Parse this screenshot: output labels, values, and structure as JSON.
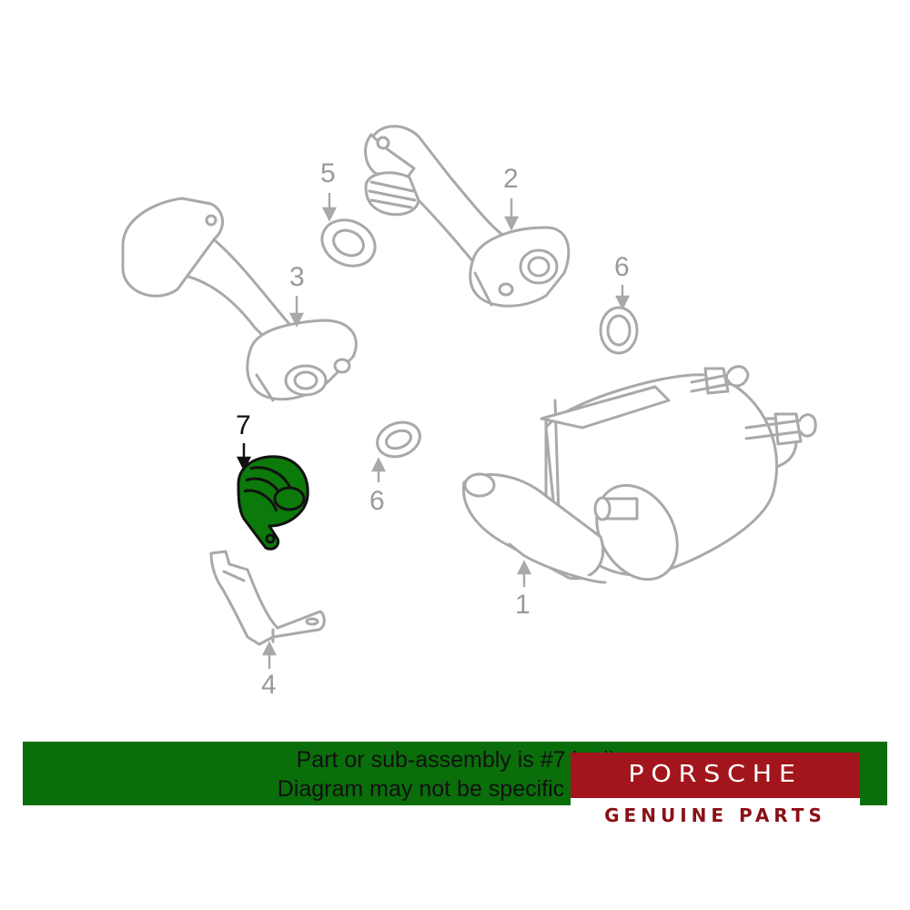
{
  "diagram": {
    "callouts": [
      {
        "id": "1",
        "label": "1"
      },
      {
        "id": "2",
        "label": "2"
      },
      {
        "id": "3",
        "label": "3"
      },
      {
        "id": "4",
        "label": "4"
      },
      {
        "id": "5",
        "label": "5"
      },
      {
        "id": "6a",
        "label": "6"
      },
      {
        "id": "6b",
        "label": "6"
      },
      {
        "id": "7",
        "label": "7",
        "highlighted": true
      }
    ],
    "highlight_color": "#0b7a0b",
    "line_color": "#a9a9a9"
  },
  "banner": {
    "line1": "Part or sub-assembly is #7 in di",
    "line2": "Diagram may not be specific to you",
    "color": "#0a6e0a"
  },
  "logo": {
    "wordmark": "PORSCHE",
    "subtitle": "GENUINE PARTS",
    "red": "#a3151c"
  }
}
